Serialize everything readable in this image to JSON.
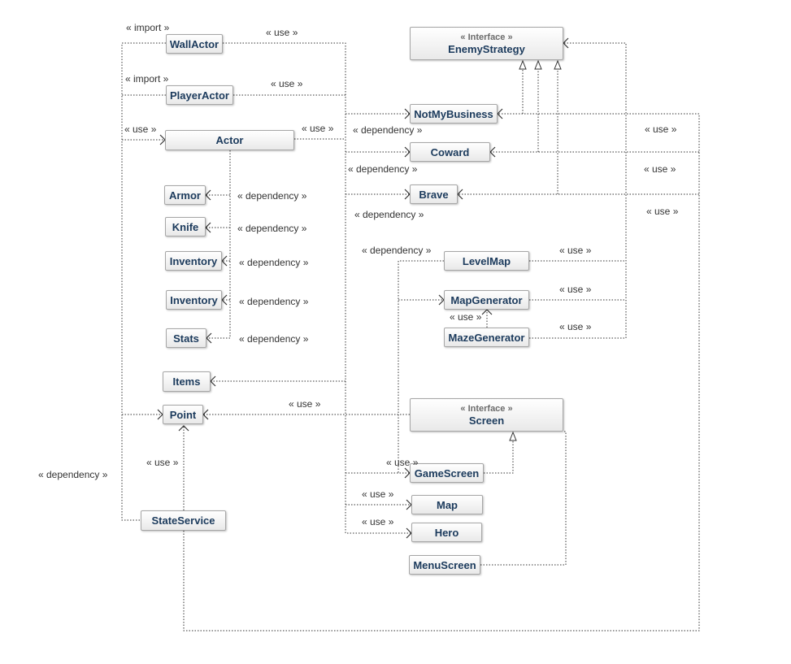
{
  "classes": [
    {
      "id": "wallactor",
      "name": "WallActor"
    },
    {
      "id": "playeractor",
      "name": "PlayerActor"
    },
    {
      "id": "actor",
      "name": "Actor"
    },
    {
      "id": "armor",
      "name": "Armor"
    },
    {
      "id": "knife",
      "name": "Knife"
    },
    {
      "id": "inventory-1",
      "name": "Inventory"
    },
    {
      "id": "inventory-2",
      "name": "Inventory"
    },
    {
      "id": "stats",
      "name": "Stats"
    },
    {
      "id": "items",
      "name": "Items"
    },
    {
      "id": "point",
      "name": "Point"
    },
    {
      "id": "stateservice",
      "name": "StateService"
    },
    {
      "id": "enemystrategy",
      "name": "EnemyStrategy",
      "stereotype": "« Interface »"
    },
    {
      "id": "notmybusiness",
      "name": "NotMyBusiness"
    },
    {
      "id": "coward",
      "name": "Coward"
    },
    {
      "id": "brave",
      "name": "Brave"
    },
    {
      "id": "levelmap",
      "name": "LevelMap"
    },
    {
      "id": "mapgenerator",
      "name": "MapGenerator"
    },
    {
      "id": "mazegenerator",
      "name": "MazeGenerator"
    },
    {
      "id": "screen",
      "name": "Screen",
      "stereotype": "« Interface »"
    },
    {
      "id": "gamescreen",
      "name": "GameScreen"
    },
    {
      "id": "map",
      "name": "Map"
    },
    {
      "id": "hero",
      "name": "Hero"
    },
    {
      "id": "menuscreen",
      "name": "MenuScreen"
    }
  ],
  "labels": [
    "« import »",
    "« use »",
    "« import »",
    "« use »",
    "« use »",
    "« use »",
    "« dependency »",
    "« dependency »",
    "« dependency »",
    "« dependency »",
    "« dependency »",
    "« dependency »",
    "« dependency »",
    "« dependency »",
    "« use »",
    "« use »",
    "« use »",
    "« dependency »",
    "« use »",
    "« use »",
    "« use »",
    "« use »",
    "« use »",
    "« use »",
    "« dependency »",
    "« use »",
    "« use »",
    "« use »"
  ],
  "colors": {
    "class_text": "#1b3a5c",
    "stereotype_text": "#6b6b6b",
    "border": "#a6a6a6",
    "line": "#333333"
  }
}
